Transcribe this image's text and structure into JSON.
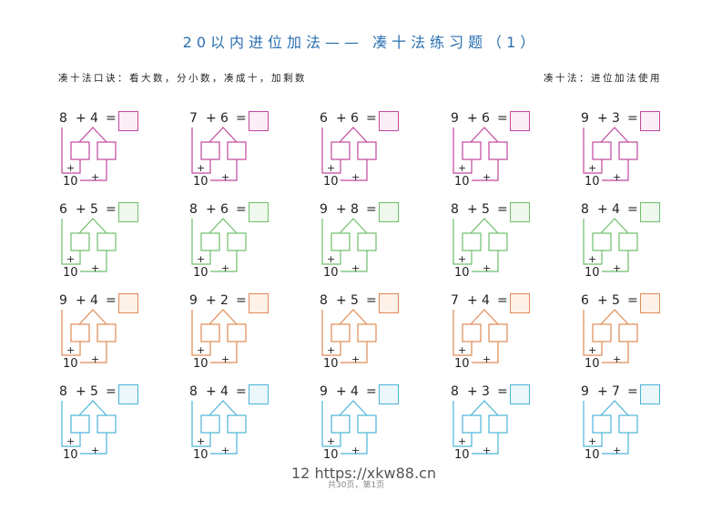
{
  "header": {
    "title": "20以内进位加法—— 凑十法练习题（1）",
    "rule_left": "凑十法口诀：看大数，分小数，凑成十，加剩数",
    "rule_right": "凑十法：进位加法使用"
  },
  "colors": {
    "row1": "#c0479c",
    "row1_fill": "#fbeef6",
    "row2": "#6fbf6a",
    "row2_fill": "#eef8ec",
    "row3": "#e08a55",
    "row3_fill": "#fdf1e8",
    "row4": "#4bb3d8",
    "row4_fill": "#ebf7fb",
    "title": "#2a6fb0"
  },
  "labels": {
    "plus": "+",
    "equals": "=",
    "ten": "10"
  },
  "rows": [
    {
      "problems": [
        {
          "a": "8",
          "b": "4"
        },
        {
          "a": "7",
          "b": "6"
        },
        {
          "a": "6",
          "b": "6"
        },
        {
          "a": "9",
          "b": "6"
        },
        {
          "a": "9",
          "b": "3"
        }
      ]
    },
    {
      "problems": [
        {
          "a": "6",
          "b": "5"
        },
        {
          "a": "8",
          "b": "6"
        },
        {
          "a": "9",
          "b": "8"
        },
        {
          "a": "8",
          "b": "5"
        },
        {
          "a": "8",
          "b": "4"
        }
      ]
    },
    {
      "problems": [
        {
          "a": "9",
          "b": "4"
        },
        {
          "a": "9",
          "b": "2"
        },
        {
          "a": "8",
          "b": "5"
        },
        {
          "a": "7",
          "b": "4"
        },
        {
          "a": "6",
          "b": "5"
        }
      ]
    },
    {
      "problems": [
        {
          "a": "8",
          "b": "5"
        },
        {
          "a": "8",
          "b": "4"
        },
        {
          "a": "9",
          "b": "4"
        },
        {
          "a": "8",
          "b": "3"
        },
        {
          "a": "9",
          "b": "7"
        }
      ]
    }
  ],
  "footer": {
    "watermark": "12 https://xkw88.cn",
    "page_info": "共30页，第1页"
  }
}
